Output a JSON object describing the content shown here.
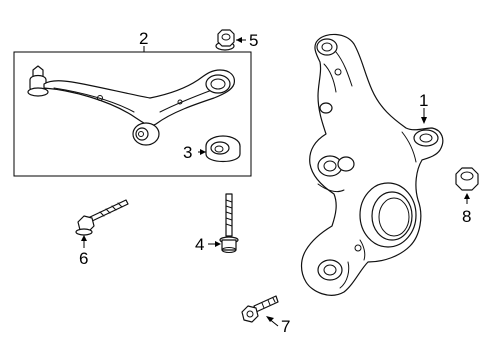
{
  "diagram": {
    "callouts": [
      {
        "id": "1",
        "label": "1"
      },
      {
        "id": "2",
        "label": "2"
      },
      {
        "id": "3",
        "label": "3"
      },
      {
        "id": "4",
        "label": "4"
      },
      {
        "id": "5",
        "label": "5"
      },
      {
        "id": "6",
        "label": "6"
      },
      {
        "id": "7",
        "label": "7"
      },
      {
        "id": "8",
        "label": "8"
      }
    ],
    "parts": [
      {
        "callout": "1",
        "icon": "steering-knuckle-icon"
      },
      {
        "callout": "2",
        "icon": "lower-control-arm-icon"
      },
      {
        "callout": "3",
        "icon": "bushing-icon"
      },
      {
        "callout": "4",
        "icon": "flange-bolt-icon"
      },
      {
        "callout": "5",
        "icon": "flange-nut-icon"
      },
      {
        "callout": "6",
        "icon": "long-bolt-icon"
      },
      {
        "callout": "7",
        "icon": "short-bolt-icon"
      },
      {
        "callout": "8",
        "icon": "hex-nut-icon"
      }
    ],
    "colors": {
      "line": "#111111",
      "background": "#ffffff"
    }
  }
}
